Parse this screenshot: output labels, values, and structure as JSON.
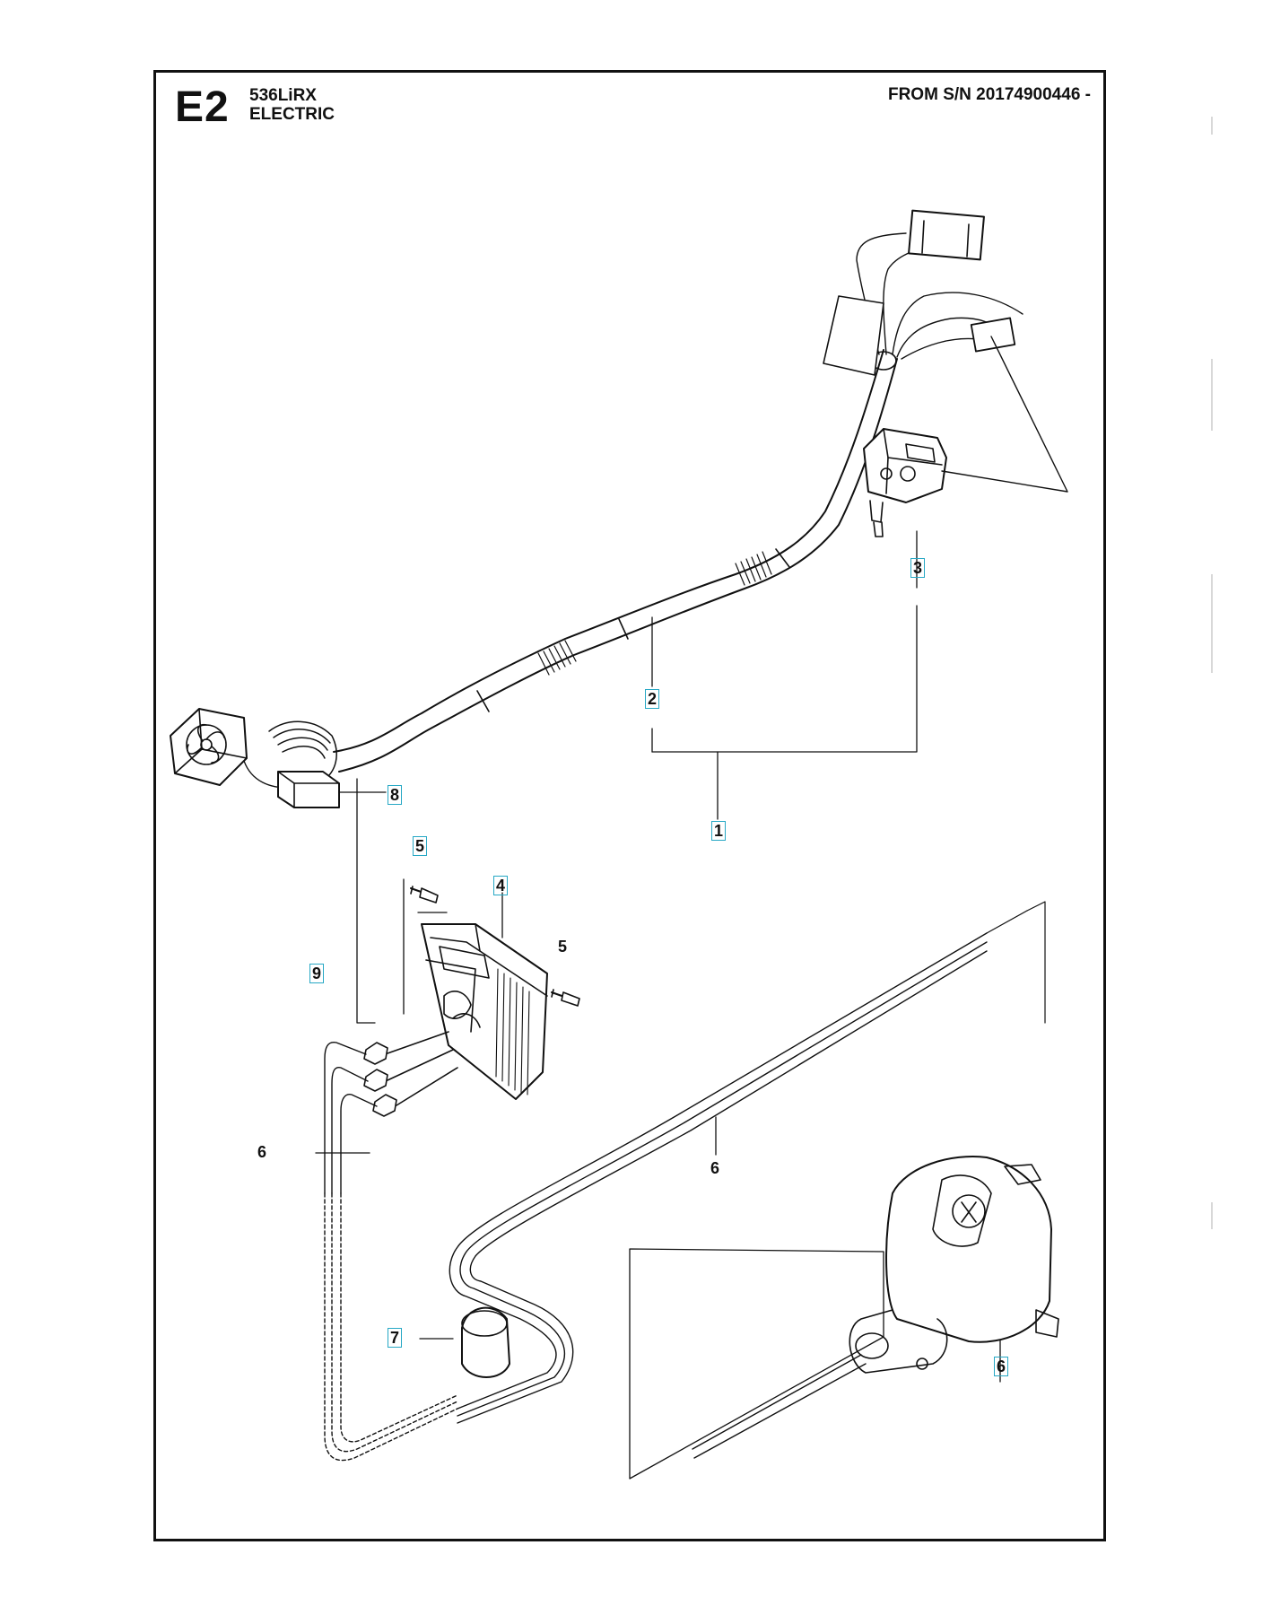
{
  "header": {
    "section_code": "E2",
    "model": "536LiRX",
    "group": "ELECTRIC",
    "serial_range": "FROM S/N 20174900446 -"
  },
  "callouts": [
    {
      "id": "c1",
      "text": "1",
      "boxed": true
    },
    {
      "id": "c2",
      "text": "2",
      "boxed": true
    },
    {
      "id": "c3",
      "text": "3",
      "boxed": true
    },
    {
      "id": "c4",
      "text": "4",
      "boxed": true
    },
    {
      "id": "c5a",
      "text": "5",
      "boxed": true
    },
    {
      "id": "c5b",
      "text": "5",
      "boxed": false
    },
    {
      "id": "c6a",
      "text": "6",
      "boxed": false
    },
    {
      "id": "c6b",
      "text": "6",
      "boxed": false
    },
    {
      "id": "c6c",
      "text": "6",
      "boxed": true
    },
    {
      "id": "c7",
      "text": "7",
      "boxed": true
    },
    {
      "id": "c8",
      "text": "8",
      "boxed": true
    },
    {
      "id": "c9",
      "text": "9",
      "boxed": true
    }
  ],
  "colors": {
    "line": "#111111",
    "callout_box": "#27a8c5"
  }
}
